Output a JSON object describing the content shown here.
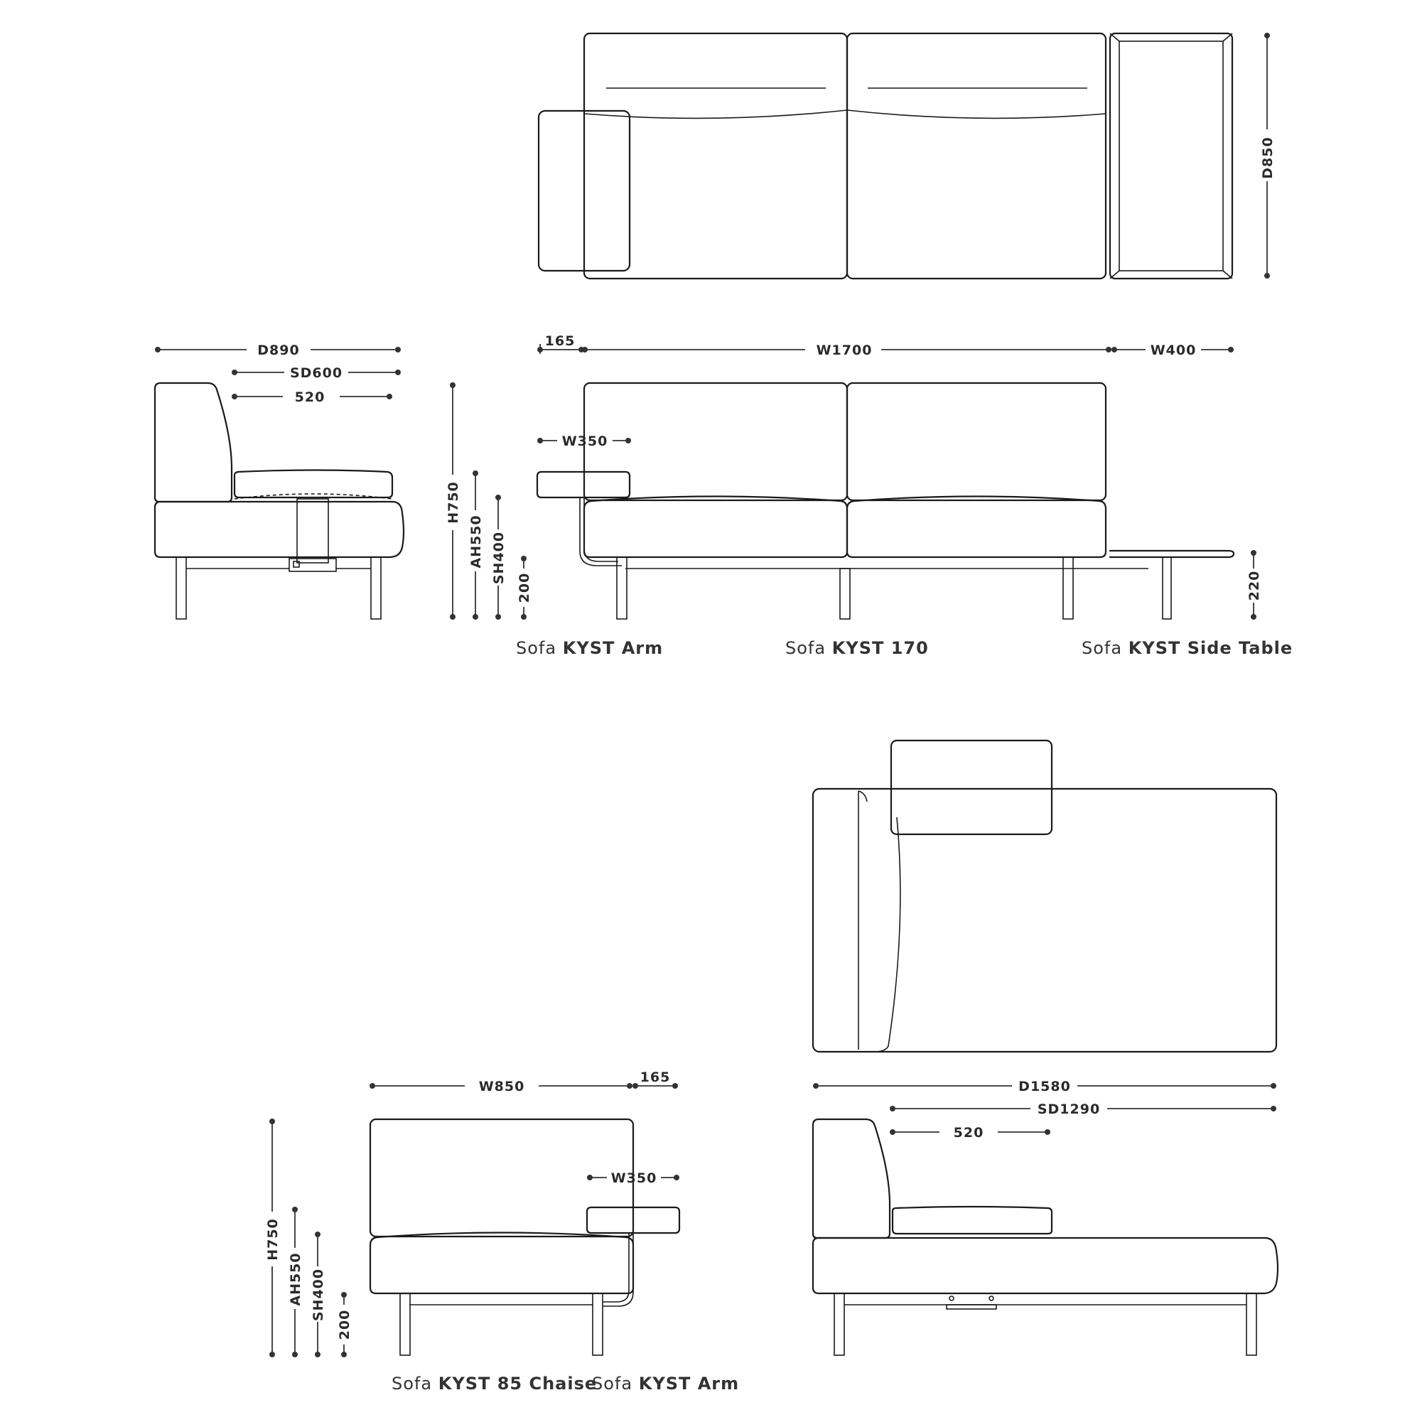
{
  "dimensions": {
    "d850": "D850",
    "d890": "D890",
    "sd600": "SD600",
    "seat_520_top": "520",
    "w165_top": "165",
    "w1700": "W1700",
    "w400": "W400",
    "w350_top": "W350",
    "h750_top": "H750",
    "ah550_top": "AH550",
    "sh400_top": "SH400",
    "h200_top": "200",
    "h220": "220",
    "w850": "W850",
    "w165_bottom": "165",
    "w350_bottom": "W350",
    "d1580": "D1580",
    "sd1290": "SD1290",
    "seat_520_bottom": "520",
    "h750_bottom": "H750",
    "ah550_bottom": "AH550",
    "sh400_bottom": "SH400",
    "h200_bottom": "200"
  },
  "captions": {
    "arm_top": {
      "prefix": "Sofa",
      "name": "KYST Arm"
    },
    "sofa170": {
      "prefix": "Sofa",
      "name": "KYST 170"
    },
    "side_table": {
      "prefix": "Sofa",
      "name": "KYST Side Table"
    },
    "chaise85": {
      "prefix": "Sofa",
      "name": "KYST 85 Chaise"
    },
    "arm_bottom": {
      "prefix": "Sofa",
      "name": "KYST Arm"
    }
  }
}
